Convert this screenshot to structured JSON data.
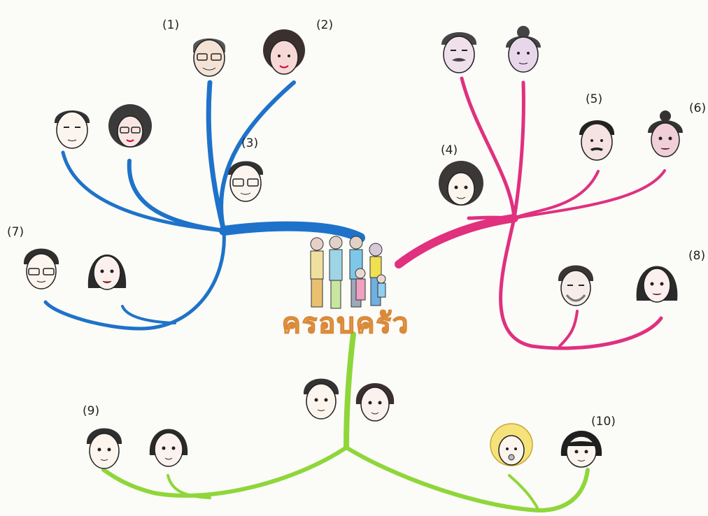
{
  "title": "ครอบครัว",
  "labels": {
    "l1": "(1)",
    "l2": "(2)",
    "l3": "(3)",
    "l4": "(4)",
    "l5": "(5)",
    "l6": "(6)",
    "l7": "(7)",
    "l8": "(8)",
    "l9": "(9)",
    "l10": "(10)"
  },
  "colors": {
    "paternal_branch": "#1f72c9",
    "maternal_branch": "#e0307e",
    "children_branch": "#8fd63a",
    "title_fill": "#f0c06a",
    "title_stroke": "#d9893a"
  }
}
